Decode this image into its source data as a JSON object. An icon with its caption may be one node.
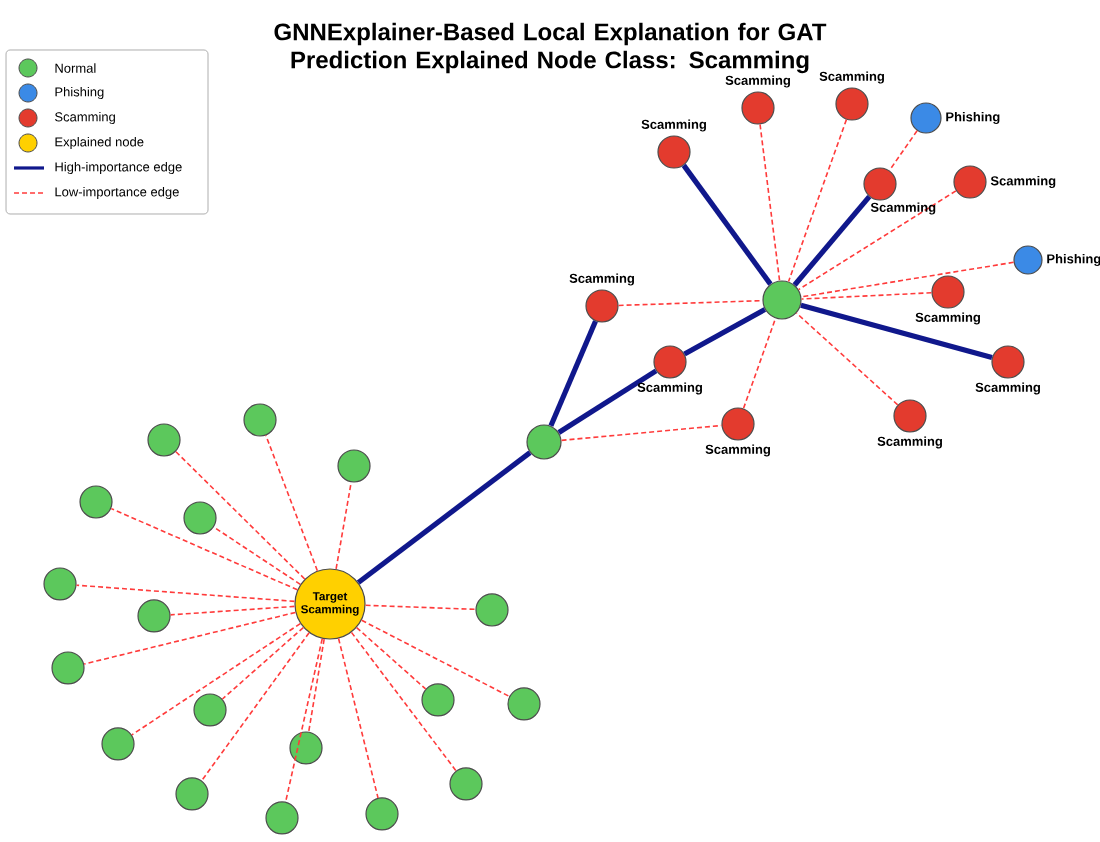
{
  "diagram": {
    "title": "GNNExplainer-Based Local Explanation for GAT Prediction Explained Node Class: Scamming",
    "nodes": [
      {
        "text": [
          "Target Scamming"
        ]
      },
      {
        "text": [],
        "shape": "circle"
      },
      {
        "text": [],
        "shape": "circle"
      },
      {
        "text": [
          "Scamming"
        ]
      },
      {
        "text": [
          "Scamming"
        ]
      },
      {
        "text": [
          "Scamming"
        ]
      },
      {
        "text": [
          "Scamming"
        ]
      },
      {
        "text": [
          "Scamming"
        ]
      },
      {
        "text": [
          "Scamming"
        ]
      },
      {
        "text": [
          "Scamming"
        ]
      },
      {
        "text": [
          "Phishing"
        ]
      },
      {
        "text": [
          "Scamming"
        ]
      },
      {
        "text": [
          "Phishing"
        ]
      },
      {
        "text": [
          "Scamming"
        ]
      },
      {
        "text": [
          "Scamming"
        ]
      },
      {
        "text": [
          "Scamming"
        ]
      },
      {
        "text": [],
        "shape": "circle"
      },
      {
        "text": [],
        "shape": "circle"
      },
      {
        "text": [],
        "shape": "circle"
      },
      {
        "text": [],
        "shape": "circle"
      },
      {
        "text": [],
        "shape": "circle"
      },
      {
        "text": [],
        "shape": "circle"
      },
      {
        "text": [],
        "shape": "circle"
      },
      {
        "text": [],
        "shape": "circle"
      },
      {
        "text": [],
        "shape": "circle"
      },
      {
        "text": [],
        "shape": "circle"
      },
      {
        "text": [],
        "shape": "circle"
      },
      {
        "text": [],
        "shape": "circle"
      },
      {
        "text": [],
        "shape": "circle"
      },
      {
        "text": [],
        "shape": "circle"
      },
      {
        "text": [],
        "shape": "circle"
      },
      {
        "text": [],
        "shape": "circle"
      },
      {
        "text": [],
        "shape": "circle"
      },
      {
        "text": [],
        "shape": "circle"
      }
    ],
    "edges": [
      {
        "from": 0,
        "to": 1,
        "arrow": "none",
        "style": "thick",
        "color": "#10188c"
      },
      {
        "from": 1,
        "to": 3,
        "arrow": "none",
        "style": "thick",
        "color": "#10188c"
      },
      {
        "from": 1,
        "to": 4,
        "arrow": "none",
        "style": "thick",
        "color": "#10188c"
      },
      {
        "from": 4,
        "to": 2,
        "arrow": "none",
        "style": "thick",
        "color": "#10188c"
      },
      {
        "from": 1,
        "to": 5,
        "arrow": "none",
        "style": "dashed"
      },
      {
        "from": 5,
        "to": 2,
        "arrow": "none",
        "style": "dashed"
      },
      {
        "from": 3,
        "to": 2,
        "arrow": "none",
        "style": "dashed"
      },
      {
        "from": 6,
        "to": 2,
        "arrow": "none",
        "style": "thick",
        "color": "#10188c"
      },
      {
        "from": 7,
        "to": 2,
        "arrow": "none",
        "style": "dashed"
      },
      {
        "from": 8,
        "to": 2,
        "arrow": "none",
        "style": "dashed"
      },
      {
        "from": 9,
        "to": 2,
        "arrow": "none",
        "style": "thick",
        "color": "#10188c"
      },
      {
        "from": 10,
        "to": 9,
        "arrow": "none",
        "style": "dashed"
      },
      {
        "from": 11,
        "to": 2,
        "arrow": "none",
        "style": "dashed"
      },
      {
        "from": 12,
        "to": 2,
        "arrow": "none",
        "style": "dashed"
      },
      {
        "from": 13,
        "to": 2,
        "arrow": "none",
        "style": "dashed"
      },
      {
        "from": 14,
        "to": 2,
        "arrow": "none",
        "style": "thick",
        "color": "#10188c"
      },
      {
        "from": 15,
        "to": 2,
        "arrow": "none",
        "style": "dashed"
      },
      {
        "from": 0,
        "to": 16,
        "arrow": "none",
        "style": "dashed"
      },
      {
        "from": 0,
        "to": 17,
        "arrow": "none",
        "style": "dashed"
      },
      {
        "from": 0,
        "to": 18,
        "arrow": "none",
        "style": "dashed"
      },
      {
        "from": 0,
        "to": 19,
        "arrow": "none",
        "style": "dashed"
      },
      {
        "from": 0,
        "to": 20,
        "arrow": "none",
        "style": "dashed"
      },
      {
        "from": 0,
        "to": 21,
        "arrow": "none",
        "style": "dashed"
      },
      {
        "from": 0,
        "to": 22,
        "arrow": "none",
        "style": "dashed"
      },
      {
        "from": 0,
        "to": 23,
        "arrow": "none",
        "style": "dashed"
      },
      {
        "from": 0,
        "to": 24,
        "arrow": "none",
        "style": "dashed"
      },
      {
        "from": 0,
        "to": 25,
        "arrow": "none",
        "style": "dashed"
      },
      {
        "from": 0,
        "to": 26,
        "arrow": "none",
        "style": "dashed"
      },
      {
        "from": 0,
        "to": 27,
        "arrow": "none",
        "style": "dashed"
      },
      {
        "from": 0,
        "to": 28,
        "arrow": "none",
        "style": "dashed"
      },
      {
        "from": 0,
        "to": 29,
        "arrow": "none",
        "style": "dashed"
      },
      {
        "from": 0,
        "to": 30,
        "arrow": "none",
        "style": "dashed"
      },
      {
        "from": 0,
        "to": 31,
        "arrow": "none",
        "style": "dashed"
      },
      {
        "from": 0,
        "to": 32,
        "arrow": "none",
        "style": "dashed"
      },
      {
        "from": 0,
        "to": 33,
        "arrow": "none",
        "style": "dashed"
      }
    ],
    "legend": [
      {
        "text": "Normal",
        "color": "#5cc85c"
      },
      {
        "text": "Phishing",
        "color": "#3b8ae6"
      },
      {
        "text": "Scamming",
        "color": "#e33b2e"
      },
      {
        "text": "Explained node",
        "color": "#ffd000"
      },
      {
        "text": "High-importance edge"
      },
      {
        "text": "Low-importance edge"
      }
    ]
  }
}
